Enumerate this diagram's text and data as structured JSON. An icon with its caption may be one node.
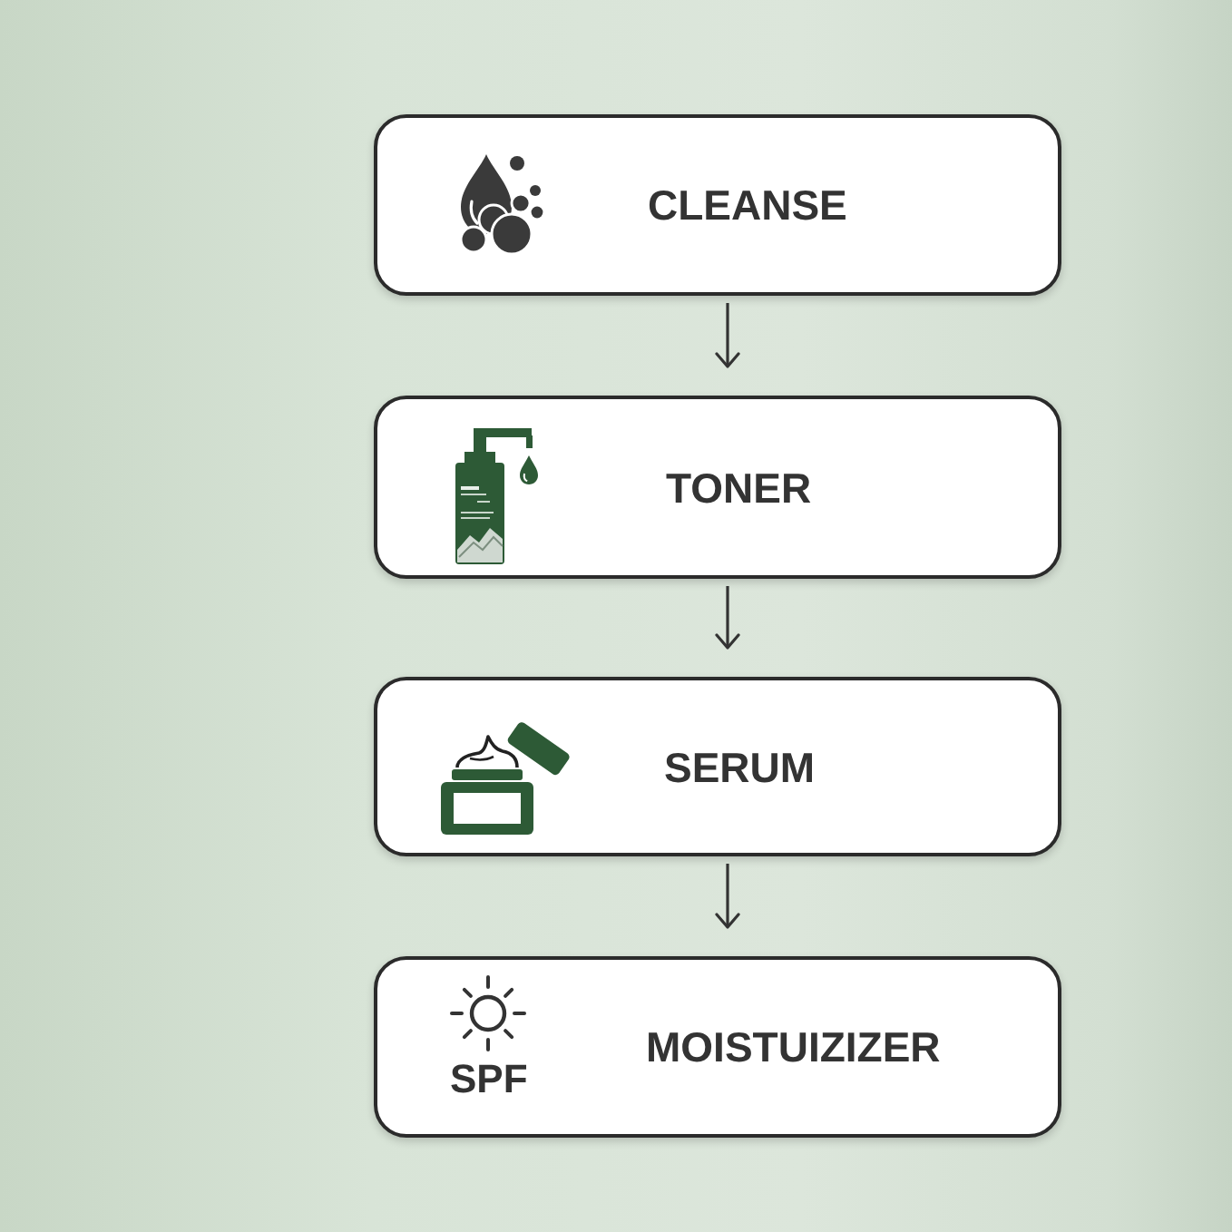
{
  "diagram": {
    "nodes": [
      {
        "text": [
          "CLEANSE"
        ]
      },
      {
        "text": [
          "TONER"
        ]
      },
      {
        "text": [
          "SERUM"
        ]
      },
      {
        "text": [
          "SPF",
          "MOISTUIZIZER"
        ]
      }
    ],
    "edges": [
      {
        "from": 0,
        "to": 1,
        "arrow": "to"
      },
      {
        "from": 1,
        "to": 2,
        "arrow": "to"
      },
      {
        "from": 2,
        "to": 3,
        "arrow": "to"
      }
    ]
  }
}
